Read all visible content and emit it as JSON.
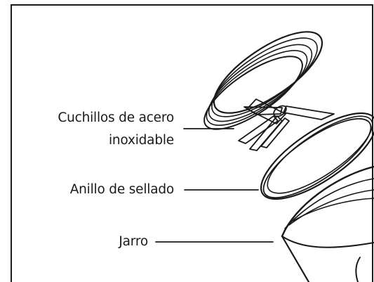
{
  "labels": {
    "blades_line1": "Cuchillos de acero",
    "blades_line2": "inoxidable",
    "sealing_ring": "Anillo de sellado",
    "jar": "Jarro"
  }
}
